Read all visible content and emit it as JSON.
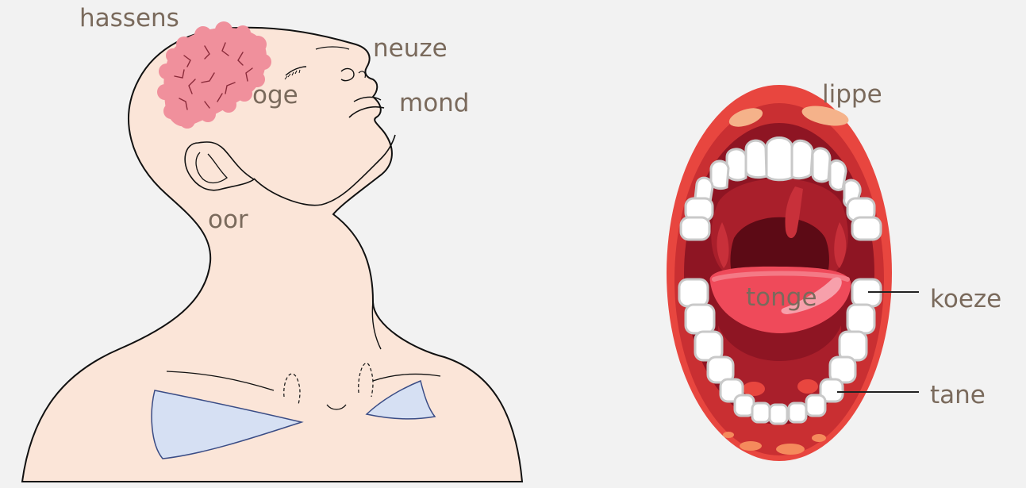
{
  "labels": {
    "hassens": "hassens",
    "neuze": "neuze",
    "oge": "oge",
    "mond": "mond",
    "oor": "oor",
    "lippe": "lippe",
    "tonge": "tonge",
    "koeze": "koeze",
    "tane": "tane"
  },
  "colors": {
    "background": "#f2f2f2",
    "skin": "#fbe5d8",
    "brain": "#f0909c",
    "collarbone": "#d6e0f3",
    "lips": "#e8463f",
    "mouth_dark": "#7a0f1c",
    "tongue": "#ef4a5a",
    "teeth": "#ffffff",
    "label_text": "#7a6a5c"
  },
  "icons": {
    "head": "head-illustration-icon",
    "brain": "brain-icon",
    "mouth": "open-mouth-icon"
  }
}
